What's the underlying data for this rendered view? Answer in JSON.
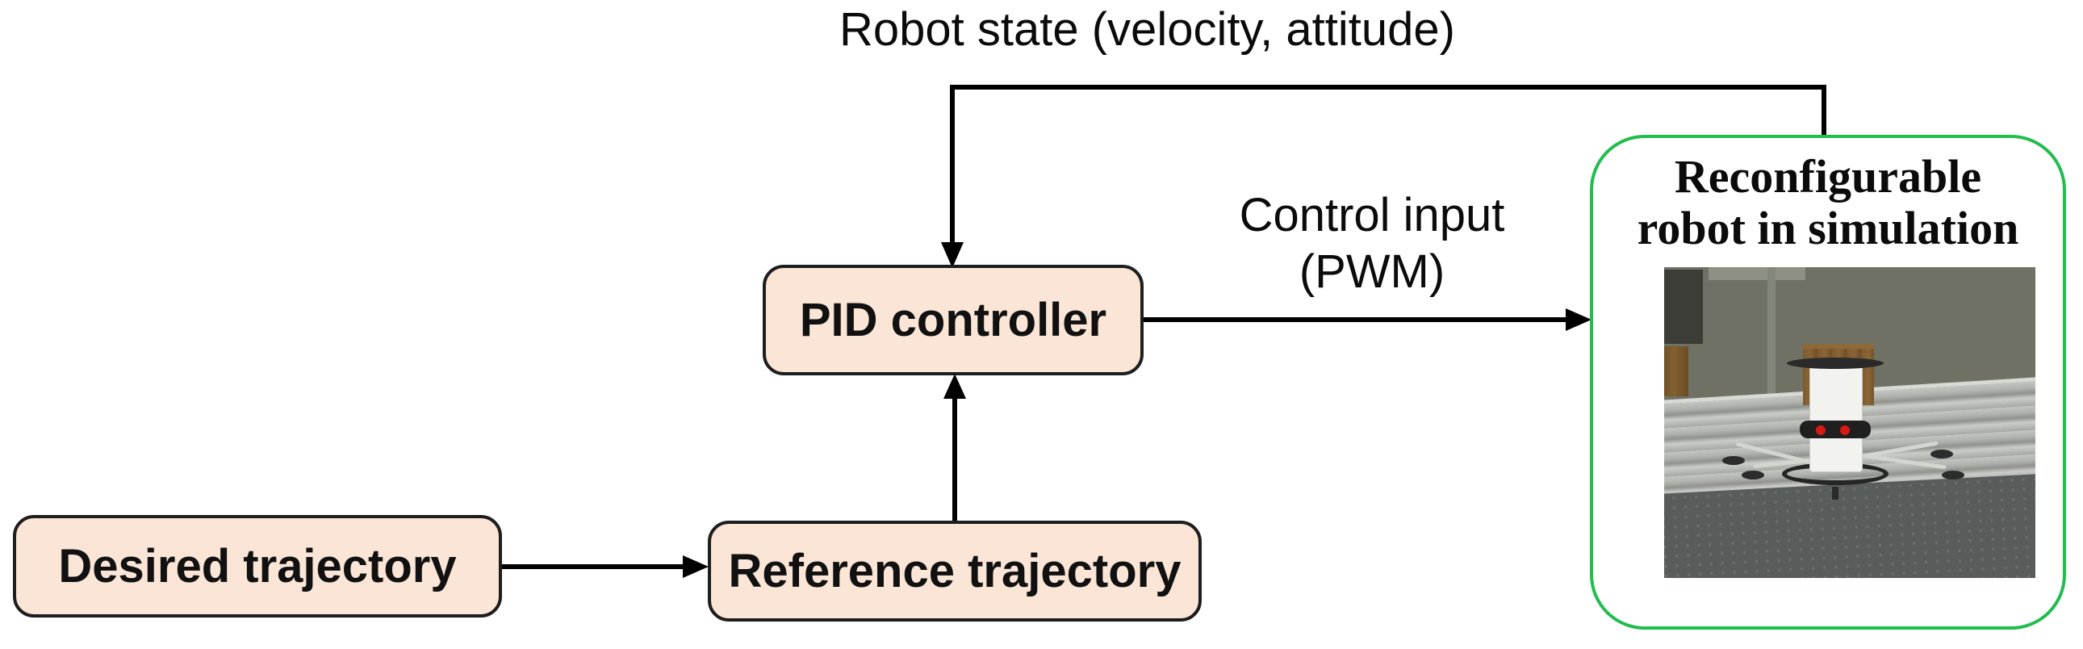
{
  "diagram": {
    "labels": {
      "robot_state": "Robot state (velocity, attitude)",
      "control_input_line1": "Control input",
      "control_input_line2": "(PWM)"
    },
    "nodes": {
      "desired": {
        "label": "Desired trajectory"
      },
      "reference": {
        "label": "Reference trajectory"
      },
      "pid": {
        "label": "PID controller"
      },
      "simulation": {
        "title_line1": "Reconfigurable",
        "title_line2": "robot in simulation"
      }
    },
    "colors": {
      "node_fill": "#fae5d6",
      "node_border": "#1e1e1e",
      "simulation_border": "#21bd4d",
      "connector": "#000000",
      "robot_led": "#d81a12"
    }
  }
}
